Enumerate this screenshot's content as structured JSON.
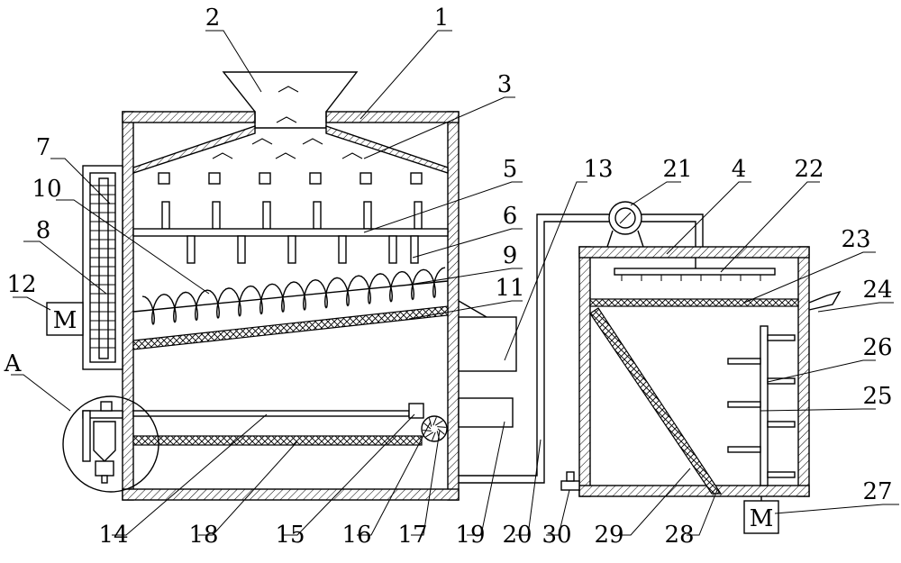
{
  "callouts": [
    {
      "id": "1",
      "text": "1"
    },
    {
      "id": "2",
      "text": "2"
    },
    {
      "id": "3",
      "text": "3"
    },
    {
      "id": "4",
      "text": "4"
    },
    {
      "id": "5",
      "text": "5"
    },
    {
      "id": "6",
      "text": "6"
    },
    {
      "id": "7",
      "text": "7"
    },
    {
      "id": "8",
      "text": "8"
    },
    {
      "id": "9",
      "text": "9"
    },
    {
      "id": "10",
      "text": "10"
    },
    {
      "id": "11",
      "text": "11"
    },
    {
      "id": "12",
      "text": "12"
    },
    {
      "id": "13",
      "text": "13"
    },
    {
      "id": "14",
      "text": "14"
    },
    {
      "id": "15",
      "text": "15"
    },
    {
      "id": "16",
      "text": "16"
    },
    {
      "id": "17",
      "text": "17"
    },
    {
      "id": "18",
      "text": "18"
    },
    {
      "id": "19",
      "text": "19"
    },
    {
      "id": "20",
      "text": "20"
    },
    {
      "id": "21",
      "text": "21"
    },
    {
      "id": "22",
      "text": "22"
    },
    {
      "id": "23",
      "text": "23"
    },
    {
      "id": "24",
      "text": "24"
    },
    {
      "id": "25",
      "text": "25"
    },
    {
      "id": "26",
      "text": "26"
    },
    {
      "id": "27",
      "text": "27"
    },
    {
      "id": "28",
      "text": "28"
    },
    {
      "id": "29",
      "text": "29"
    },
    {
      "id": "30",
      "text": "30"
    },
    {
      "id": "A",
      "text": "A"
    }
  ],
  "motors": [
    {
      "id": "motor-left",
      "text": "M"
    },
    {
      "id": "motor-bottom-right",
      "text": "M"
    }
  ]
}
